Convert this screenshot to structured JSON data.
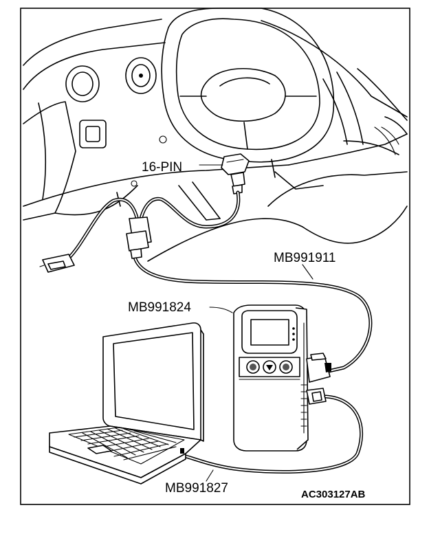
{
  "labels": {
    "connector": "16-PIN",
    "cable_main": "MB991911",
    "scan_tool": "MB991824",
    "usb_cable": "MB991827"
  },
  "figure_id": "AC303127AB",
  "colors": {
    "ink": "#000000",
    "paper": "#ffffff"
  }
}
